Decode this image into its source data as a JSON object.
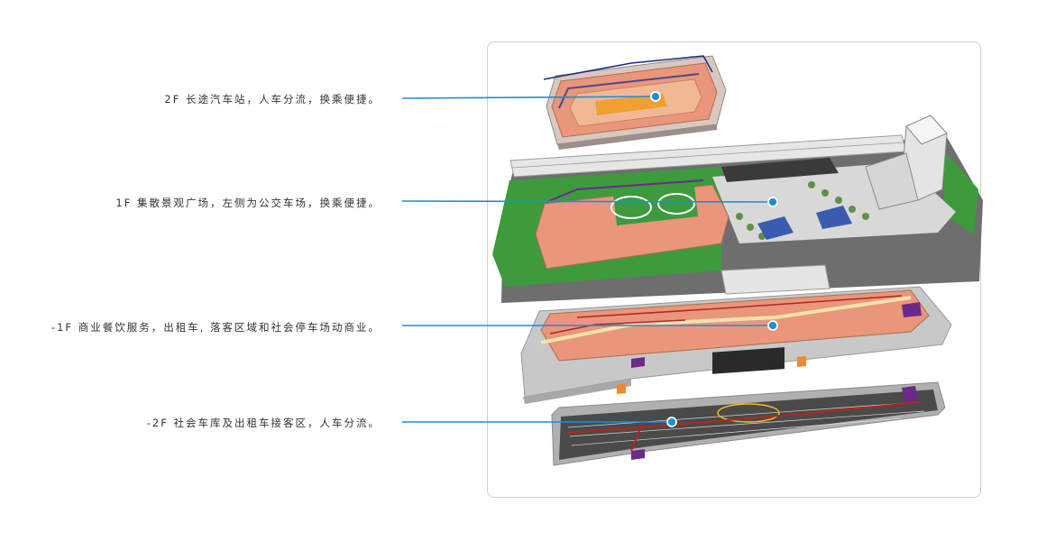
{
  "callouts": [
    {
      "text": "2F 长途汽车站，人车分流，换乘便捷。"
    },
    {
      "text": "1F 集散景观广场，左侧为公交车场，换乘便捷。"
    },
    {
      "text": "-1F 商业餐饮服务，出租车, 落客区域和社会停车场动商业。"
    },
    {
      "text": "-2F 社会车库及出租车接客区，人车分流。"
    }
  ],
  "colors": {
    "leader": "#1d8fd6",
    "panel_border": "#cfcfcf",
    "roof": "#e9967a",
    "grass": "#3d9a3d",
    "road": "#6e6e6e",
    "parking": "#4a4a4a",
    "route_red": "#b3261e"
  }
}
